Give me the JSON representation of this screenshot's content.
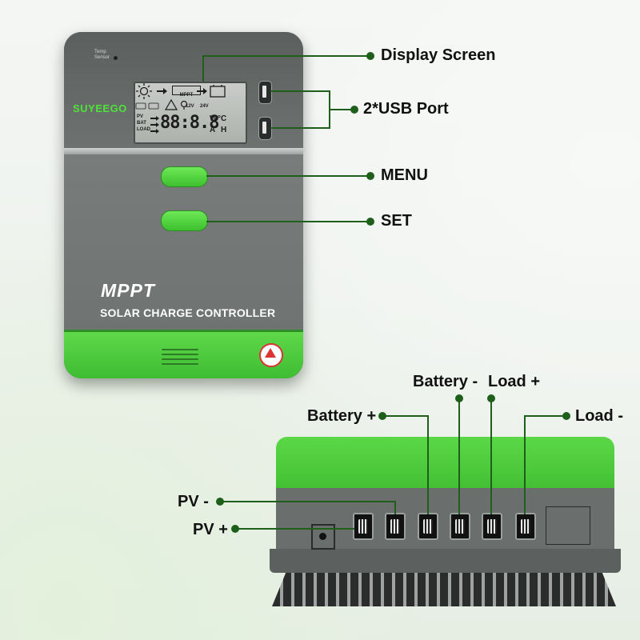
{
  "device_front": {
    "brand": "SUYEEGO",
    "temp_label": "Temp",
    "sensor_label": "Sensor",
    "model": "MPPT",
    "subtitle": "SOLAR CHARGE CONTROLLER",
    "lcd": {
      "digits": "88:8.8",
      "mppt_tag": "MPPT",
      "pv": "PV",
      "bat": "BAT",
      "load": "LOAD",
      "v12": "12V",
      "v24": "24V",
      "unit_w": "W",
      "unit_c": "°C",
      "unit_a": "A",
      "unit_h": "H"
    }
  },
  "callouts": {
    "display_screen": "Display Screen",
    "usb_port": "2*USB Port",
    "menu": "MENU",
    "set": "SET",
    "battery_plus": "Battery +",
    "battery_minus": "Battery -",
    "load_plus": "Load +",
    "load_minus": "Load -",
    "pv_minus": "PV -",
    "pv_plus": "PV +"
  },
  "colors": {
    "accent_green": "#44bf35",
    "callout_line": "#1d5f1b",
    "body_gray": "#6a6e6c"
  },
  "icons": [
    "sun-icon",
    "arrow-right-icon",
    "battery-icon",
    "warning-icon",
    "bulb-icon"
  ]
}
